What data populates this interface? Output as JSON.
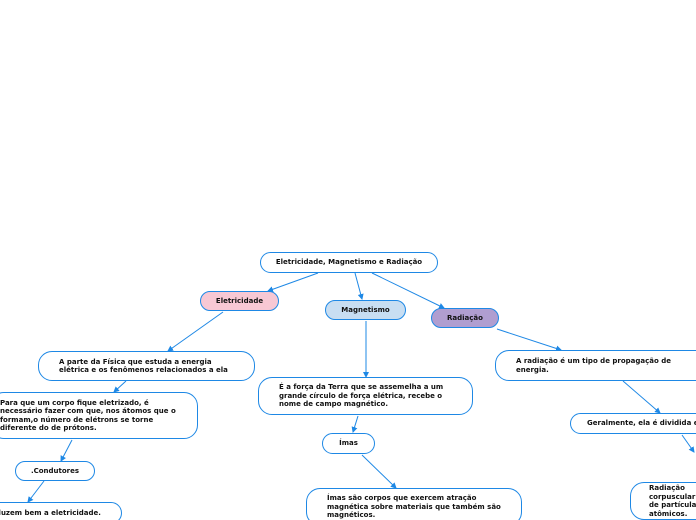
{
  "colors": {
    "line": "#1e88e5",
    "eletricidade_fill": "#f8c8d4",
    "magnetismo_fill": "#c8def2",
    "radiacao_fill": "#b09ed0"
  },
  "nodes": {
    "root": "Eletricidade, Magnetismo e Radiação",
    "eletricidade": "Eletricidade",
    "magnetismo": "Magnetismo",
    "radiacao": "Radiação",
    "eletricidade_def": "A parte da Física que estuda a energia elétrica e os fenômenos relacionados a ela",
    "eletrizado": "Para que um corpo fique eletrizado, é necessário fazer com que, nos átomos que o formam,o número de elétrons se torne diferente do de prótons.",
    "condutores": ".Condutores",
    "condutores_def": "Conduzem bem a eletricidade.",
    "magnetismo_def": "É a força da Terra que se assemelha a um grande círculo de força elétrica, recebe o nome de campo magnético.",
    "imas": "Ímas",
    "imas_def": "Ímas são corpos que exercem atração magnética sobre materiais que também são magnéticos.",
    "radiacao_def": "A radiação é um tipo de propagação de energia.",
    "radiacao_dividida": "Geralmente, ela é dividida em",
    "radiacao_corp": "Radiação corpuscular: feixe de partículas atômicos."
  }
}
